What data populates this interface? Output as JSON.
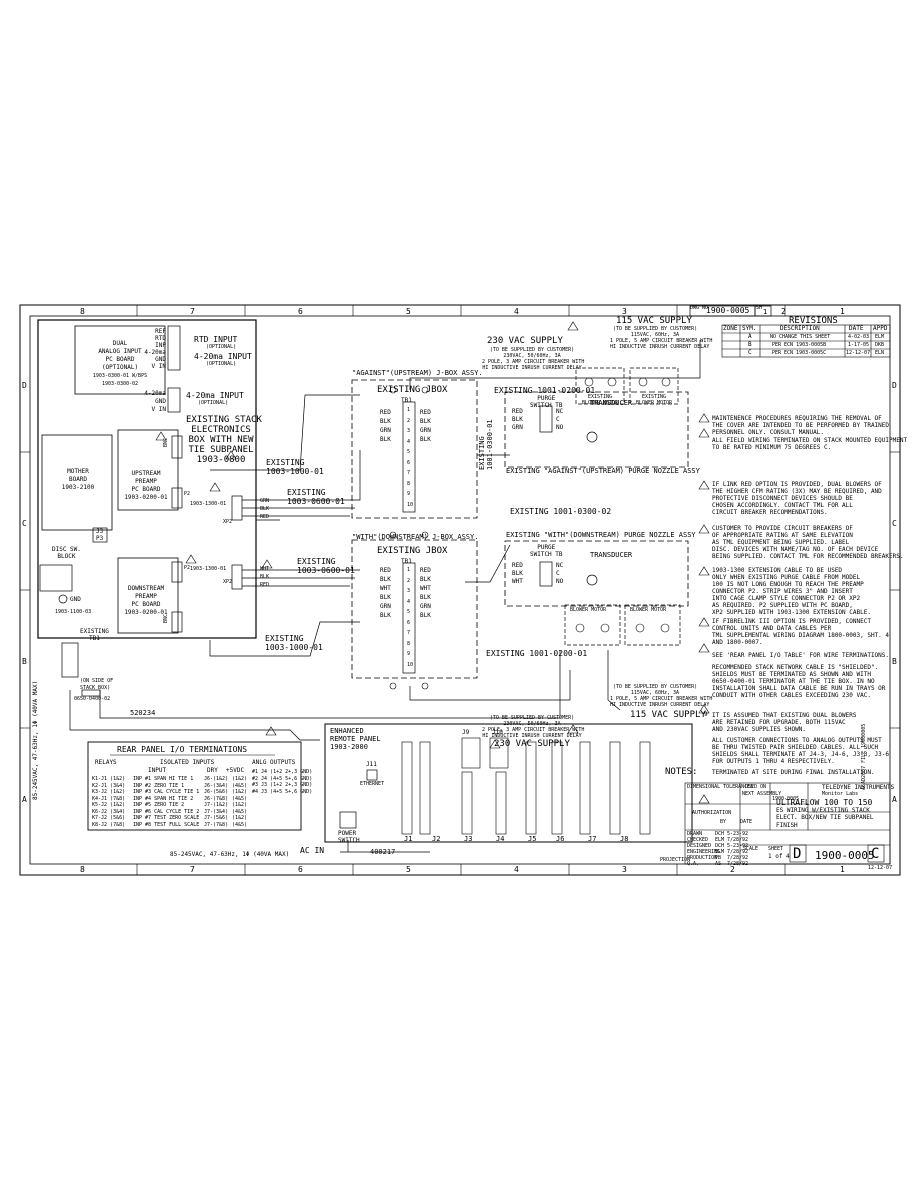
{
  "border": {
    "zones_top": [
      "8",
      "7",
      "6",
      "5",
      "4",
      "3",
      "2",
      "1"
    ],
    "zones_bottom": [
      "8",
      "7",
      "6",
      "5",
      "4",
      "3",
      "2",
      "1"
    ],
    "rows_left": [
      "D",
      "C",
      "B",
      "A"
    ],
    "rows_right": [
      "D",
      "C",
      "B",
      "A"
    ],
    "drawing_no_box_label": "DWG NO",
    "drawing_no": "1900-0005",
    "sheet_box_label": "SH",
    "sheet_no": "1",
    "side_file_note": "ACAD2007 FILE 19000005"
  },
  "stack_box": {
    "title_lines": [
      "EXISTING STACK",
      "ELECTRONICS",
      "BOX WITH NEW",
      "TIE SUBPANEL",
      "1903-0800"
    ],
    "analog_board": [
      "DUAL",
      "ANALOG INPUT",
      "PC BOARD",
      "(OPTIONAL)",
      "1903-0300-01 W/BPS",
      "1903-0300-02"
    ],
    "rtd_pins": [
      "REF",
      "RTD",
      "INP",
      "4-20ma",
      "GND",
      "V IN"
    ],
    "rtd_input": "RTD INPUT",
    "optional": "(OPTIONAL)",
    "ma_input": "4-20ma INPUT",
    "ma_pins": [
      "4-20ma",
      "GND",
      "V IN"
    ],
    "mother_board": [
      "MOTHER",
      "BOARD",
      "1903-2100"
    ],
    "upstream_board": [
      "UPSTREAM",
      "PREAMP",
      "PC BOARD",
      "1903-0200-01"
    ],
    "downstream_board": [
      "DOWNSTREAM",
      "PREAMP",
      "PC BOARD",
      "1903-0200-01"
    ],
    "cable_up": "1903-1300-01",
    "cable_down": "1903-1300-01",
    "disc_sw": [
      "DISC SW.",
      "BLOCK"
    ],
    "gnd": "GND",
    "gnd_cable": "1903-1100-03",
    "j3p3": [
      "J3",
      "P3"
    ],
    "existing_tb1": [
      "EXISTING",
      "TB1"
    ],
    "on_side": [
      "(ON SIDE OF",
      "STACK BOX)"
    ],
    "ferrite": "0650-0400-02",
    "bnc": "BNC",
    "p2": "P2",
    "xp2": "XP2"
  },
  "wires": {
    "existing_1003_1000_top": [
      "EXISTING",
      "1003-1000-01"
    ],
    "existing_1003_0600_top": [
      "EXISTING",
      "1003-0600-01"
    ],
    "existing_1003_0600_bot": [
      "EXISTING",
      "1003-0600-01"
    ],
    "existing_1003_1000_bot": [
      "EXISTING",
      "1003-1000-01"
    ],
    "existing_1001_0200_top": "EXISTING 1001-0200-01",
    "existing_1001_0300_vert": [
      "EXISTING",
      "1001-0300-01"
    ],
    "existing_1001_0300_02": "EXISTING 1001-0300-02",
    "existing_1001_0200_bot": "EXISTING 1001-0200-01",
    "cable_520234": "520234",
    "ac_in_label": "AC IN",
    "ac_ref": "400217",
    "left_power_vertical": "85-245VAC, 47-63Hz, 1Φ (40VA MAX)",
    "bottom_power": "85-245VAC, 47-63Hz, 1Φ (40VA MAX)",
    "colors_a": [
      "GRN",
      "BLK",
      "RED"
    ],
    "colors_b": [
      "WHT",
      "BLK",
      "RED"
    ]
  },
  "jbox_up": {
    "heading": "\"AGAINST\"(UPSTREAM) J-BOX ASSY.",
    "title": "EXISTING JBOX",
    "tb": "TB1",
    "left": [
      "RED",
      "BLK",
      "GRN",
      "BLK"
    ],
    "right": [
      "RED",
      "BLK",
      "GRN",
      "BLK"
    ],
    "nums": [
      "1",
      "2",
      "3",
      "4",
      "5",
      "6",
      "7",
      "8",
      "9",
      "10"
    ]
  },
  "jbox_down": {
    "heading": "\"WITH\"(DOWNSTREAM) J-BOX ASSY.",
    "title": "EXISTING JBOX",
    "tb": "TB1",
    "left": [
      "RED",
      "BLK",
      "WHT",
      "BLK",
      "GRN",
      "BLK"
    ],
    "right": [
      "RED",
      "BLK",
      "WHT",
      "BLK",
      "GRN",
      "BLK"
    ],
    "nums": [
      "1",
      "2",
      "3",
      "4",
      "5",
      "6",
      "7",
      "8",
      "9",
      "10"
    ]
  },
  "purge_up": {
    "title": "EXISTING \"AGAINST\"(UPSTREAM) PURGE NOZZLE ASSY",
    "switch": [
      "PURGE",
      "SWITCH TB"
    ],
    "transducer": "TRANSDUCER",
    "wires": [
      "RED",
      "BLK",
      "GRN"
    ],
    "contacts": [
      "NC",
      "C",
      "NO"
    ]
  },
  "purge_down": {
    "title": "EXISTING \"WITH\"(DOWNSTREAM) PURGE NOZZLE ASSY",
    "switch": [
      "PURGE",
      "SWITCH TB"
    ],
    "transducer": "TRANSDUCER",
    "wires": [
      "RED",
      "BLK",
      "WHT"
    ],
    "contacts": [
      "NC",
      "C",
      "NO"
    ]
  },
  "supply_top": {
    "v230": "230 VAC SUPPLY",
    "v230_note": [
      "(TO BE SUPPLIED BY CUSTOMER)",
      "230VAC, 50/60Hz, 3A",
      "2 POLE, 3 AMP CIRCUIT BREAKER WITH",
      "HI INDUCTIVE INRUSH CURRENT DELAY"
    ],
    "v115": "115 VAC SUPPLY",
    "v115_note": [
      "(TO BE SUPPLIED BY CUSTOMER)",
      "115VAC, 60Hz, 3A",
      "1 POLE, 5 AMP CIRCUIT BREAKER WITH",
      "HI INDUCTIVE INRUSH CURRENT DELAY"
    ],
    "blower": [
      "EXISTING",
      "BLOWER MOTOR"
    ]
  },
  "supply_bottom": {
    "v230": "230 VAC SUPPLY",
    "v230_note": [
      "(TO BE SUPPLIED BY CUSTOMER)",
      "230VAC, 50/60Hz, 3A",
      "2 POLE, 3 AMP CIRCUIT BREAKER WITH",
      "HI INDUCTIVE INRUSH CURRENT DELAY"
    ],
    "v115": "115 VAC SUPPLY",
    "v115_note": [
      "(TO BE SUPPLIED BY CUSTOMER)",
      "115VAC, 60Hz, 3A",
      "1 POLE, 5 AMP CIRCUIT BREAKER WITH",
      "HI INDUCTIVE INRUSH CURRENT DELAY"
    ],
    "blower": "BLOWER MOTOR"
  },
  "revisions": {
    "title": "REVISIONS",
    "headers": [
      "ZONE",
      "SYM.",
      "DESCRIPTION",
      "DATE",
      "APPD"
    ],
    "rows": [
      [
        "",
        "A",
        "NO CHANGE THIS SHEET",
        "4-02-03",
        "ELM"
      ],
      [
        "",
        "B",
        "PER ECN 1903-0005B",
        "1-17-05",
        "DKB"
      ],
      [
        "",
        "C",
        "PER ECN 1903-0005C",
        "12-12-07",
        "ELN"
      ]
    ]
  },
  "notes": {
    "heading": "NOTES:",
    "items": [
      {
        "num": "1",
        "lines": [
          "MAINTENENCE PROCEDURES REQUIRING THE REMOVAL OF",
          "THE COVER ARE INTENDED TO BE PERFORMED BY TRAINED",
          "PERSONNEL ONLY.  CONSULT MANUAL."
        ]
      },
      {
        "num": "2",
        "lines": [
          "ALL FIELD WIRING TERMINATED ON STACK MOUNTED EQUIPMENT",
          "TO BE RATED MINIMUM 75 DEGREES C."
        ]
      },
      {
        "num": "3",
        "lines": [
          "IF LINK RED OPTION IS PROVIDED, DUAL BLOWERS OF",
          "THE HIGHER CFM RATING (3X) MAY BE REQUIRED, AND",
          "PROTECTIVE DISCONNECT DEVICES SHOULD BE",
          "CHOSEN ACCORDINGLY.  CONTACT TML FOR ALL",
          "CIRCUIT BREAKER RECOMMENDATIONS."
        ]
      },
      {
        "num": "4",
        "lines": [
          "CUSTOMER TO PROVIDE CIRCUIT BREAKERS OF",
          "OF APPROPRIATE RATING AT SAME ELEVATION",
          "AS TML EQUIPMENT BEING SUPPLIED. LABEL",
          "DISC. DEVICES WITH NAME/TAG NO. OF EACH DEVICE",
          "BEING SUPPLIED. CONTACT TML FOR RECOMMENDED BREAKERS."
        ]
      },
      {
        "num": "5",
        "lines": [
          "1903-1300 EXTENSION CABLE TO BE USED",
          "ONLY WHEN EXISTING PURGE CABLE FROM MODEL",
          "100 IS NOT LONG ENOUGH TO REACH THE PREAMP",
          "CONNECTOR P2.  STRIP WIRES 3\" AND INSERT",
          "INTO CAGE CLAMP STYLE CONNECTOR P2 OR XP2",
          "AS REQUIRED.  P2 SUPPLIED WITH PC BOARD,",
          "XP2 SUPPLIED WITH 1903-1300 EXTENSION CABLE."
        ]
      },
      {
        "num": "6",
        "lines": [
          "IF FIBRELINK III OPTION IS PROVIDED, CONNECT",
          "CONTROL UNITS AND DATA CABLES PER",
          "TML SUPPLEMENTAL WIRING DIAGRAM 1800-0003, SHT. 4",
          "AND 1800-0007."
        ]
      },
      {
        "num": "7",
        "lines": [
          "SEE 'REAR PANEL I/O TABLE' FOR WIRE TERMINATIONS."
        ]
      },
      {
        "num": "8",
        "lines": [
          "RECOMMENDED STACK NETWORK CABLE IS \"SHIELDED\".",
          "SHIELDS MUST BE TERMINATED AS SHOWN AND WITH",
          "0650-0400-01 TERMINATOR AT THE TIE BOX. IN NO",
          "INSTALLATION SHALL DATA CABLE BE RUN IN TRAYS OR",
          "CONDUIT WITH OTHER CABLES EXCEEDING 230 VAC."
        ]
      },
      {
        "num": "9",
        "lines": [
          "IT IS ASSUMED THAT EXISTING DUAL BLOWERS",
          "ARE RETAINED FOR UPGRADE. BOTH 115VAC",
          "AND 230VAC SUPPLIES SHOWN."
        ]
      },
      {
        "num": "10",
        "lines": [
          "ALL CUSTOMER CONNECTIONS TO ANALOG OUTPUTS MUST",
          "BE THRU TWISTED PAIR SHIELDED CABLES. ALL SUCH",
          "SHIELDS SHALL TERMINATE AT J4-3, J4-6, J3-3, J3-6",
          "FOR OUTPUTS 1 THRU 4 RESPECTIVELY."
        ]
      },
      {
        "num": "11",
        "lines": [
          "TERMINATED AT SITE DURING FINAL INSTALLATION."
        ]
      }
    ]
  },
  "io_table": {
    "title": "REAR PANEL I/O TERMINATIONS",
    "col_relays": "RELAYS",
    "col_isolated": "ISOLATED INPUTS",
    "col_input": "INPUT",
    "col_dry": "DRY",
    "col_5v": "+5VDC",
    "col_anlg": "ANLG OUTPUTS",
    "relays": [
      "K1-J1 (1&2)",
      "K2-J1 (3&4)",
      "K3-J2 (1&2)",
      "K4-J1 (7&8)",
      "K5-J2 (1&2)",
      "K6-J2 (3&4)",
      "K7-J2 (5&6)",
      "K8-J2 (7&8)"
    ],
    "inputs": [
      "INP #1 SPAN HI TIE 1",
      "INP #2 ZERO TIE 1",
      "INP #3 CAL CYCLE TIE 1",
      "INP #4 SPAN HI TIE 2",
      "INP #5 ZERO TIE 2",
      "INP #6 CAL CYCLE TIE 2",
      "INP #7 TEST ZERO SCALE",
      "INP #8 TEST FULL SCALE"
    ],
    "dry": [
      "J6-(1&2)",
      "J6-(3&4)",
      "J6-(5&6)",
      "J6-(7&8)",
      "J7-(1&2)",
      "J7-(3&4)",
      "J7-(5&6)",
      "J7-(7&8)"
    ],
    "v5": [
      "(1&2)",
      "(4&5)",
      "(1&2)",
      "(4&5)",
      "(1&2)",
      "(4&5)",
      "(1&2)",
      "(4&5)"
    ],
    "anlg": [
      "#1 J4 (1+2 2+,3 GND)",
      "#2 J4 (4+5 5+,6 GND)",
      "#3 J3 (1+2 2+,3 GND)",
      "#4 J3 (4+5 5+,6 GND)"
    ]
  },
  "remote_panel": {
    "title": [
      "ENHANCED",
      "REMOTE PANEL",
      "1903-2000"
    ],
    "ethernet": "ETHERNET",
    "j11": "J11",
    "j9": "J9",
    "j10": "J10",
    "power_switch": [
      "POWER",
      "SWITCH"
    ],
    "bottom_labels": [
      "J1",
      "J2",
      "J3",
      "J4",
      "J5",
      "J6",
      "J7",
      "J8"
    ]
  },
  "title_block": {
    "dim_tol": "DIMENSIONAL TOLERANCES",
    "used_on": "USED ON",
    "next_assembly": "NEXT ASSEMBLY",
    "assy_no": "1900-0005",
    "authorization": "AUTHORIZATION",
    "by": "BY",
    "date": "DATE",
    "roles": [
      "DRAWN",
      "CHECKED",
      "DESIGNED",
      "ENGINEERING",
      "PRODUCTION",
      "Q.A."
    ],
    "initials": [
      "DCH",
      "ELM",
      "DCH",
      "ELM",
      "PB",
      "AS"
    ],
    "dates": [
      "5-23-92",
      "7/28/92",
      "5-23-92",
      "7/28/92",
      "7/28/92",
      "7/28/92"
    ],
    "company": "TELEDYNE INSTRUMENTS",
    "company_sub": "Monitor Labs",
    "title_lines": [
      "ULTRAFLOW 100 TO 150",
      "ES WIRING W/EXISTING STACK",
      "ELECT. BOX/NEW TIE SUBPANEL"
    ],
    "finish": "FINISH",
    "size": "D",
    "drawing_number": "1900-0005",
    "rev": "C",
    "scale_label": "SCALE",
    "sheet_label": "SHEET",
    "sheet": "1 of 4",
    "projection": "PROJECTION",
    "date_stamp": "12-12-07"
  }
}
